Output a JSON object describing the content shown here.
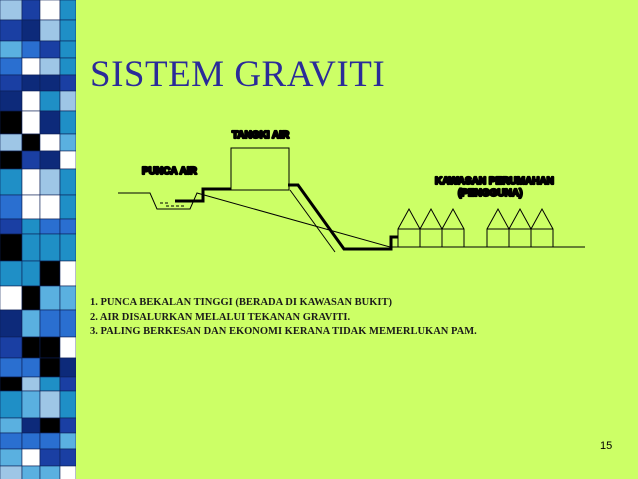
{
  "slide": {
    "title": "SISTEM GRAVITI",
    "page_number": "15"
  },
  "diagram": {
    "labels": {
      "tank": "TANGKI AIR",
      "source": "PUNCA AIR",
      "housing_line1": "KAWASAN  PERUMAHAN",
      "housing_line2": "(PENGGUNA)"
    },
    "house_count": 6
  },
  "points": [
    "1. PUNCA BEKALAN TINGGI (BERADA DI KAWASAN BUKIT)",
    "2. AIR DISALURKAN MELALUI TEKANAN GRAVITI.",
    "3. PALING BERKESAN DAN EKONOMI KERANA TIDAK MEMERLUKAN PAM."
  ],
  "colors": {
    "background": "#ccff66",
    "title": "#2b2b99",
    "mosaic": [
      "#1a3fa3",
      "#ffffff",
      "#000000",
      "#1f8fc6",
      "#9ec6e6",
      "#2a6fd0",
      "#5ab0e0",
      "#0d2a7a"
    ]
  }
}
